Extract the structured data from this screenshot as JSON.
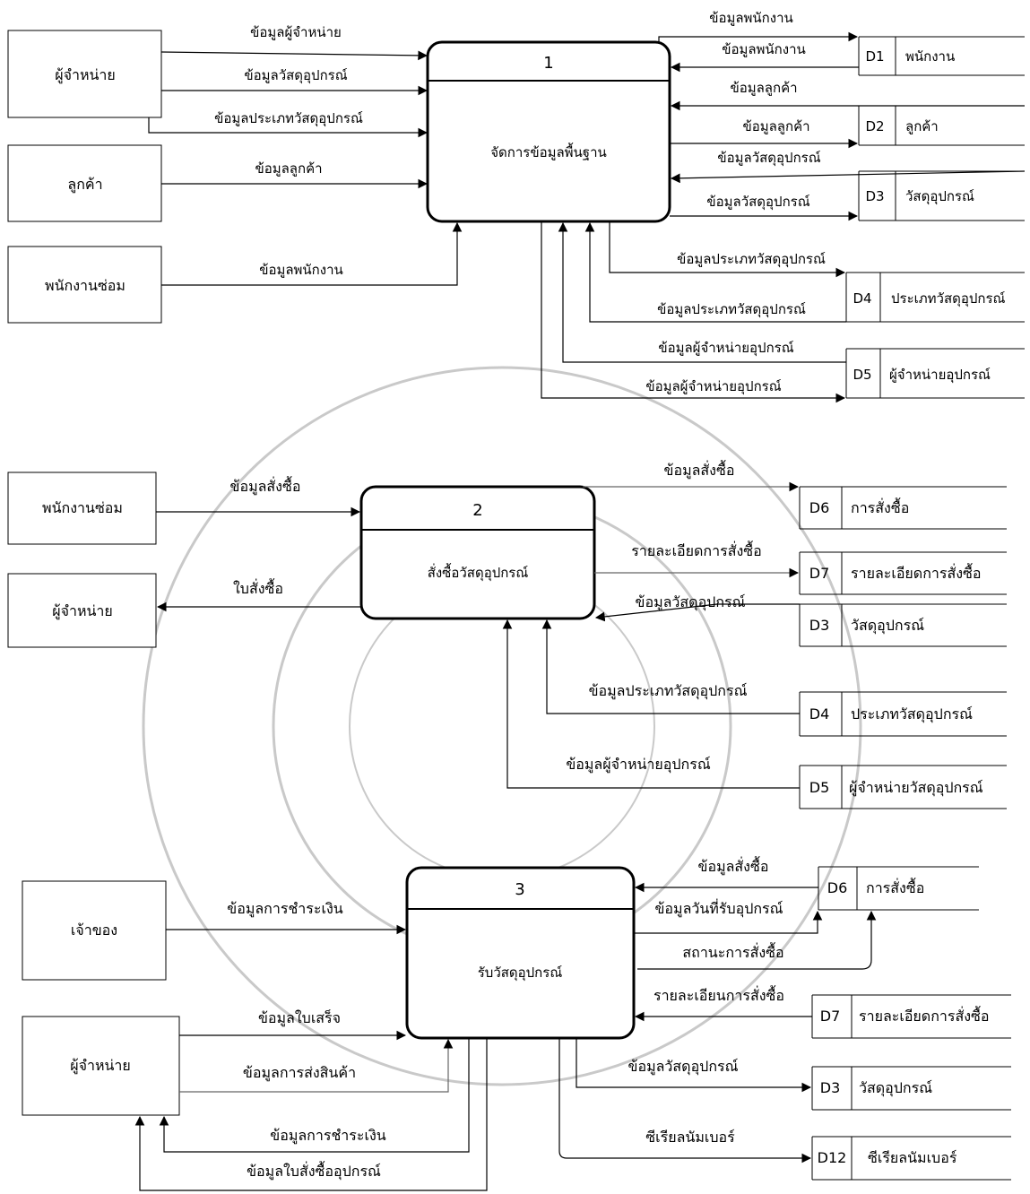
{
  "diagram1": {
    "process": {
      "number": "1",
      "name": "จัดการข้อมูลพื้นฐาน"
    },
    "entities": {
      "supplier": "ผู้จำหน่าย",
      "customer": "ลูกค้า",
      "technician": "พนักงานซ่อม"
    },
    "in_flows": {
      "supplier_data": "ข้อมูลผู้จำหน่าย",
      "equipment_data": "ข้อมูลวัสดุอุปกรณ์",
      "equipment_type_data": "ข้อมูลประเภทวัสดุอุปกรณ์",
      "customer_data": "ข้อมูลลูกค้า",
      "employee_data": "ข้อมูลพนักงาน"
    },
    "stores": [
      {
        "id": "D1",
        "name": "พนักงาน"
      },
      {
        "id": "D2",
        "name": "ลูกค้า"
      },
      {
        "id": "D3",
        "name": "วัสดุอุปกรณ์"
      },
      {
        "id": "D4",
        "name": "ประเภทวัสดุอุปกรณ์"
      },
      {
        "id": "D5",
        "name": "ผู้จำหน่ายอุปกรณ์"
      }
    ],
    "store_flows": {
      "d1_out": "ข้อมูลพนักงาน",
      "d1_in": "ข้อมูลพนักงาน",
      "d2_in": "ข้อมูลลูกค้า",
      "d2_out": "ข้อมูลลูกค้า",
      "d3_in": "ข้อมูลวัสดุอุปกรณ์",
      "d3_out": "ข้อมูลวัสดุอุปกรณ์",
      "d4_out": "ข้อมูลประเภทวัสดุอุปกรณ์",
      "d4_in": "ข้อมูลประเภทวัสดุอุปกรณ์",
      "d5_in": "ข้อมูลผู้จำหน่ายอุปกรณ์",
      "d5_out": "ข้อมูลผู้จำหน่ายอุปกรณ์"
    }
  },
  "diagram2": {
    "process": {
      "number": "2",
      "name": "สั่งซื้อวัสดุอุปกรณ์"
    },
    "entities": {
      "technician": "พนักงานซ่อม",
      "supplier": "ผู้จำหน่าย"
    },
    "flows": {
      "order_data": "ข้อมูลสั่งซื้อ",
      "purchase_order": "ใบสั่งซื้อ",
      "order_data_store": "ข้อมูลสั่งซื้อ",
      "order_detail": "รายละเอียดการสั่งซื้อ",
      "equipment_data": "ข้อมูลวัสดุอุปกรณ์",
      "equipment_type_data": "ข้อมูลประเภทวัสดุอุปกรณ์",
      "supplier_data": "ข้อมูลผู้จำหน่ายอุปกรณ์"
    },
    "stores": [
      {
        "id": "D6",
        "name": "การสั่งซื้อ"
      },
      {
        "id": "D7",
        "name": "รายละเอียดการสั่งซื้อ"
      },
      {
        "id": "D3",
        "name": "วัสดุอุปกรณ์"
      },
      {
        "id": "D4",
        "name": "ประเภทวัสดุอุปกรณ์"
      },
      {
        "id": "D5",
        "name": "ผู้จำหน่ายวัสดุอุปกรณ์"
      }
    ]
  },
  "diagram3": {
    "process": {
      "number": "3",
      "name": "รับวัสดุอุปกรณ์"
    },
    "entities": {
      "owner": "เจ้าของ",
      "supplier": "ผู้จำหน่าย"
    },
    "flows": {
      "payment_data_in": "ข้อมูลการชำระเงิน",
      "receipt_data": "ข้อมูลใบเสร็จ",
      "shipping_data": "ข้อมูลการส่งสินค้า",
      "payment_data_out": "ข้อมูลการชำระเงิน",
      "po_data": "ข้อมูลใบสั่งซื้ออุปกรณ์",
      "order_data": "ข้อมูลสั่งซื้อ",
      "receive_date": "ข้อมูลวันที่รับอุปกรณ์",
      "order_status": "สถานะการสั่งซื้อ",
      "order_detail": "รายละเอียนการสั่งซื้อ",
      "equipment_data": "ข้อมูลวัสดุอุปกรณ์",
      "serial_number": "ซีเรียลนัมเบอร์"
    },
    "stores": [
      {
        "id": "D6",
        "name": "การสั่งซื้อ"
      },
      {
        "id": "D7",
        "name": "รายละเอียดการสั่งซื้อ"
      },
      {
        "id": "D3",
        "name": "วัสดุอุปกรณ์"
      },
      {
        "id": "D12",
        "name": "ซีเรียลนัมเบอร์"
      }
    ]
  }
}
